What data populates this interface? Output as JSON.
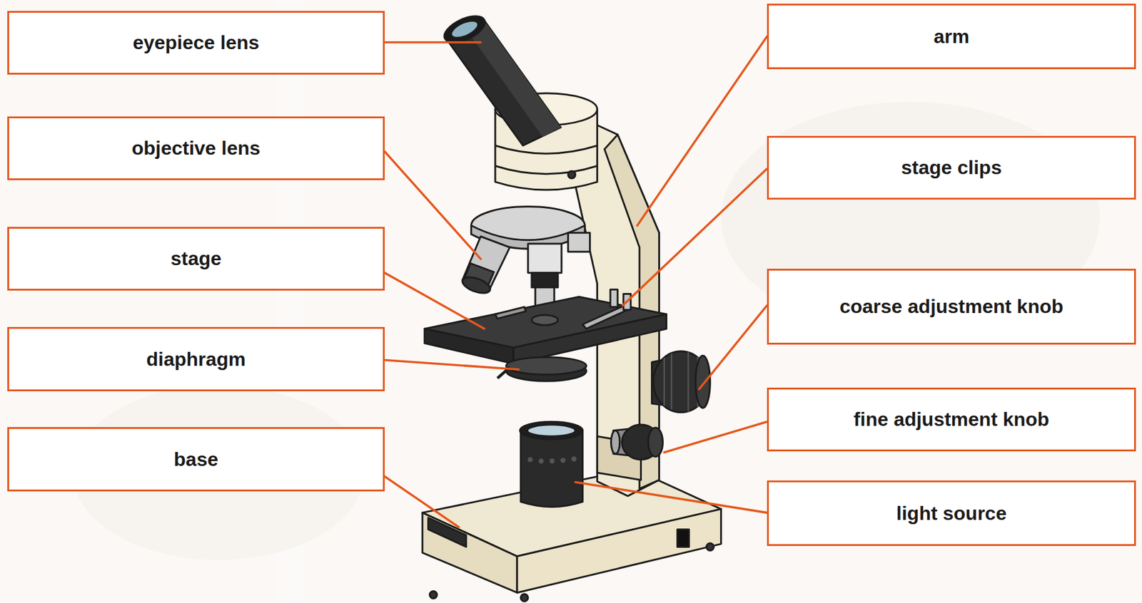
{
  "diagram": {
    "nodes": [
      {
        "text": [
          "eyepiece lens"
        ]
      },
      {
        "text": [
          "objective lens"
        ]
      },
      {
        "text": [
          "stage"
        ]
      },
      {
        "text": [
          "diaphragm"
        ]
      },
      {
        "text": [
          "base"
        ]
      },
      {
        "text": [
          "arm"
        ]
      },
      {
        "text": [
          "stage clips"
        ]
      },
      {
        "text": [
          "coarse adjustment knob"
        ]
      },
      {
        "text": [
          "fine adjustment knob"
        ]
      },
      {
        "text": [
          "light source"
        ]
      }
    ]
  }
}
